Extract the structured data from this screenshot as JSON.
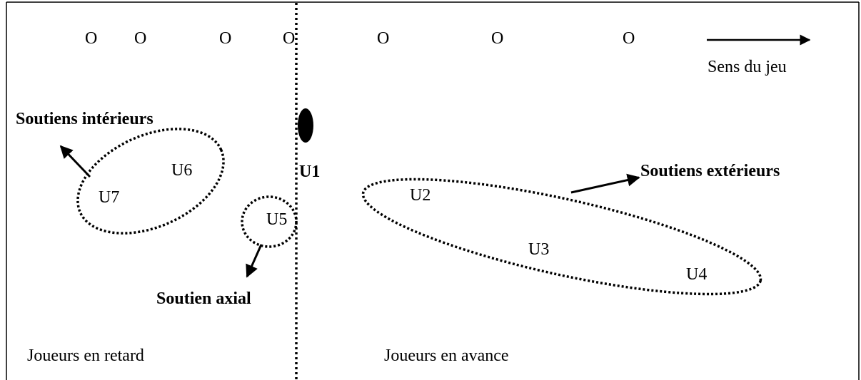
{
  "opponents": [
    "O",
    "O",
    "O",
    "O",
    "O",
    "O",
    "O"
  ],
  "direction_label": "Sens du jeu",
  "players": {
    "u1": "U1",
    "u2": "U2",
    "u3": "U3",
    "u4": "U4",
    "u5": "U5",
    "u6": "U6",
    "u7": "U7"
  },
  "groups": {
    "interior": "Soutiens intérieurs",
    "exterior": "Soutiens extérieurs",
    "axial": "Soutien axial"
  },
  "zones": {
    "behind": "Joueurs en retard",
    "ahead": "Joueurs en avance"
  }
}
